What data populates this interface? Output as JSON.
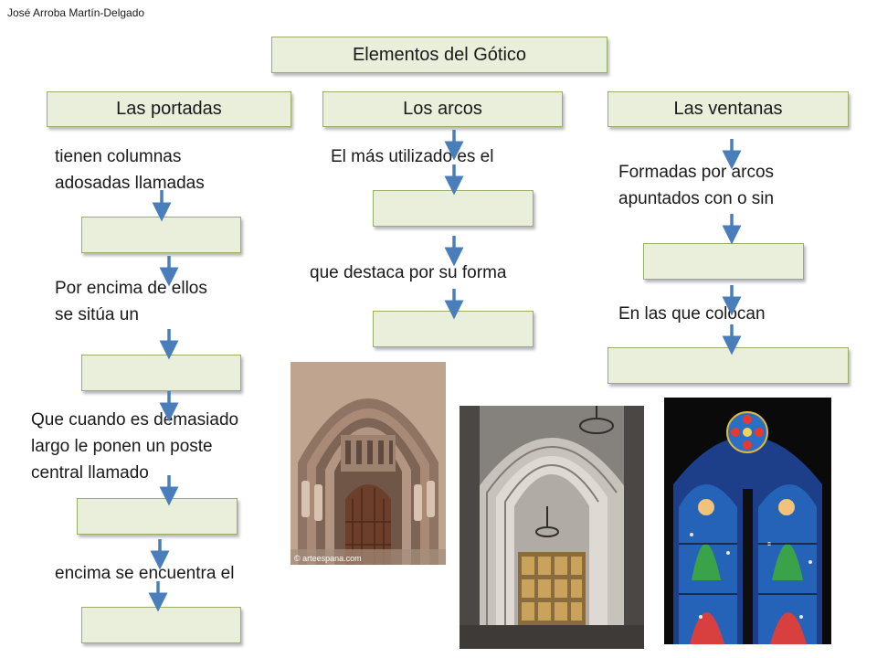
{
  "author": "José Arroba Martín-Delgado",
  "title": "Elementos del Gótico",
  "columns": {
    "portadas": {
      "heading": "Las portadas",
      "line1a": "tienen columnas",
      "line1b": "adosadas llamadas",
      "line2a": "Por encima de ellos",
      "line2b": "se sitúa un",
      "line3a": "Que cuando es demasiado",
      "line3b": "largo le ponen un poste",
      "line3c": "central llamado",
      "line4": "encima se encuentra el"
    },
    "arcos": {
      "heading": "Los arcos",
      "line1": "El más utilizado es el",
      "line2": "que destaca por su forma"
    },
    "ventanas": {
      "heading": "Las ventanas",
      "line1a": "Formadas por arcos",
      "line1b": "apuntados con o sin",
      "line2": "En las que colocan"
    }
  },
  "photos": {
    "watermark": "© arteespana.com"
  },
  "colors": {
    "box_fill": "#e9efdb",
    "box_border": "#9aae6a",
    "arrow": "#4a7ebb"
  }
}
